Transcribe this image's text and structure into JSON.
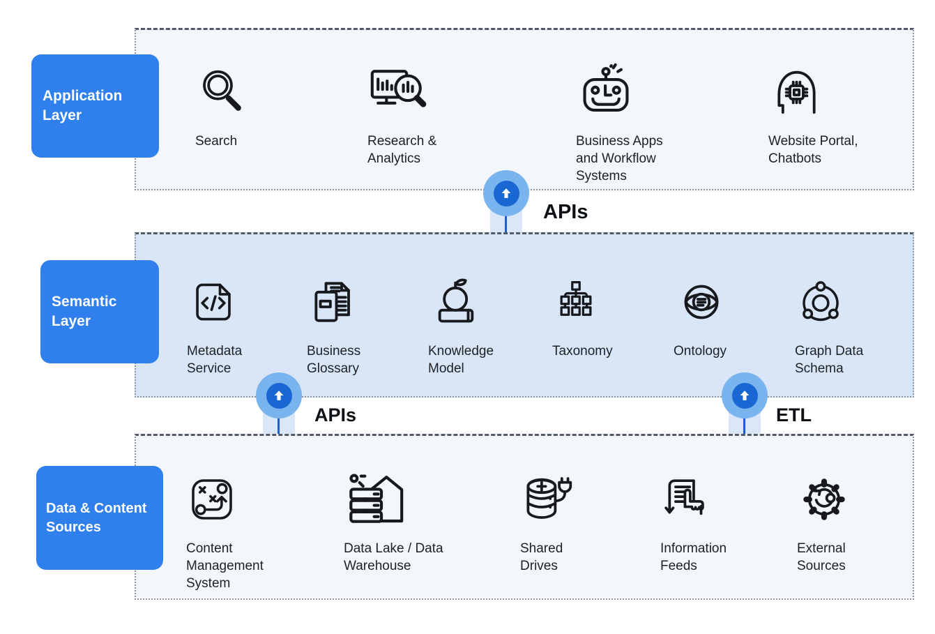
{
  "diagram": {
    "layers": [
      {
        "badge": "Application\nLayer",
        "items": [
          {
            "icon": "search-icon",
            "label": "Search"
          },
          {
            "icon": "research-analytics-icon",
            "label": "Research &\nAnalytics"
          },
          {
            "icon": "robot-icon",
            "label": "Business Apps\nand Workflow\nSystems"
          },
          {
            "icon": "head-chip-icon",
            "label": "Website Portal,\nChatbots"
          }
        ]
      },
      {
        "badge": "Semantic\nLayer",
        "items": [
          {
            "icon": "code-document-icon",
            "label": "Metadata\nService"
          },
          {
            "icon": "documents-icon",
            "label": "Business\nGlossary"
          },
          {
            "icon": "apple-book-icon",
            "label": "Knowledge\nModel"
          },
          {
            "icon": "tree-icon",
            "label": "Taxonomy"
          },
          {
            "icon": "eye-icon",
            "label": "Ontology"
          },
          {
            "icon": "graph-nodes-icon",
            "label": "Graph Data\nSchema"
          }
        ]
      },
      {
        "badge": "Data & Content\nSources",
        "items": [
          {
            "icon": "strategy-icon",
            "label": "Content\nManagement\nSystem"
          },
          {
            "icon": "warehouse-icon",
            "label": "Data Lake / Data\nWarehouse"
          },
          {
            "icon": "database-plug-icon",
            "label": "Shared\nDrives"
          },
          {
            "icon": "feeds-icon",
            "label": "Information\nFeeds"
          },
          {
            "icon": "gear-sync-icon",
            "label": "External\nSources"
          }
        ]
      }
    ],
    "connectors": [
      {
        "icon": "up-arrow-icon",
        "label": "APIs"
      },
      {
        "icon": "up-arrow-icon",
        "label": "APIs"
      },
      {
        "icon": "up-arrow-icon",
        "label": "ETL"
      }
    ],
    "colors": {
      "accent_blue": "#2F80ED",
      "semantic_bg": "#D9E6F7",
      "panel_bg": "#F3F6FA",
      "connector_outer": "#7AB4EF",
      "connector_inner": "#1967D2",
      "connector_line": "#1E5FD0"
    }
  }
}
